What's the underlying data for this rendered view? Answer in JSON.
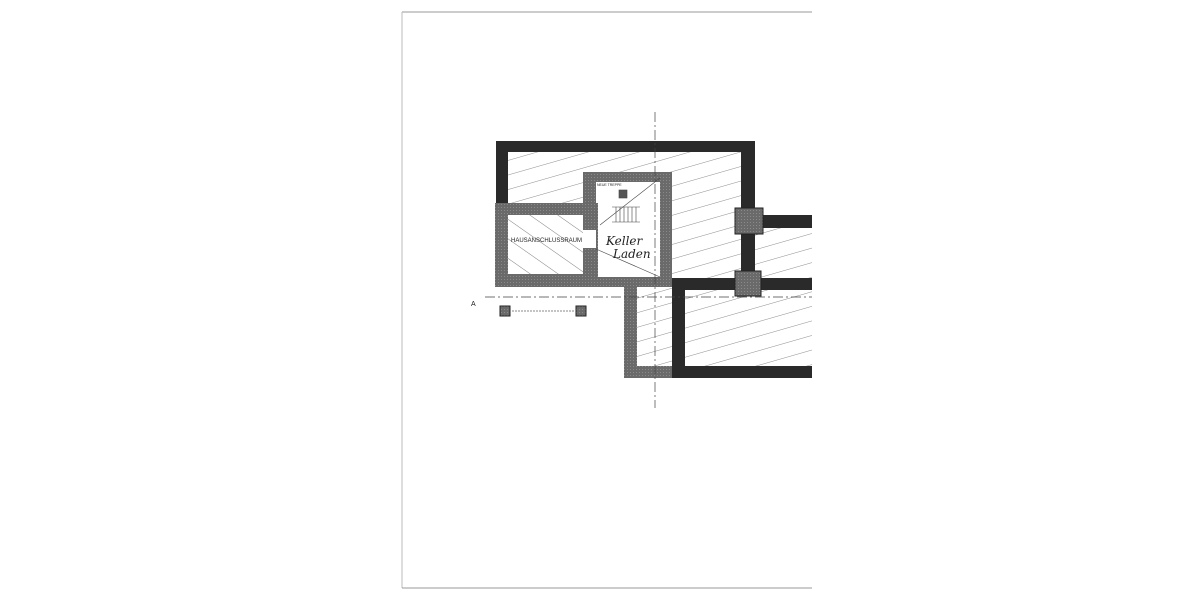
{
  "drawing": {
    "room_labels": {
      "utility_room": "HAUSANSCHLUSSRAUM",
      "cellar_line1": "Keller",
      "cellar_line2": "Laden",
      "stair_note": "NEUE TREPPE"
    },
    "section_marker": "A",
    "colors": {
      "paper": "#ffffff",
      "existing_wall": "#2a2a2a",
      "new_wall": "#6e6e6e",
      "hatch": "#555555"
    }
  }
}
